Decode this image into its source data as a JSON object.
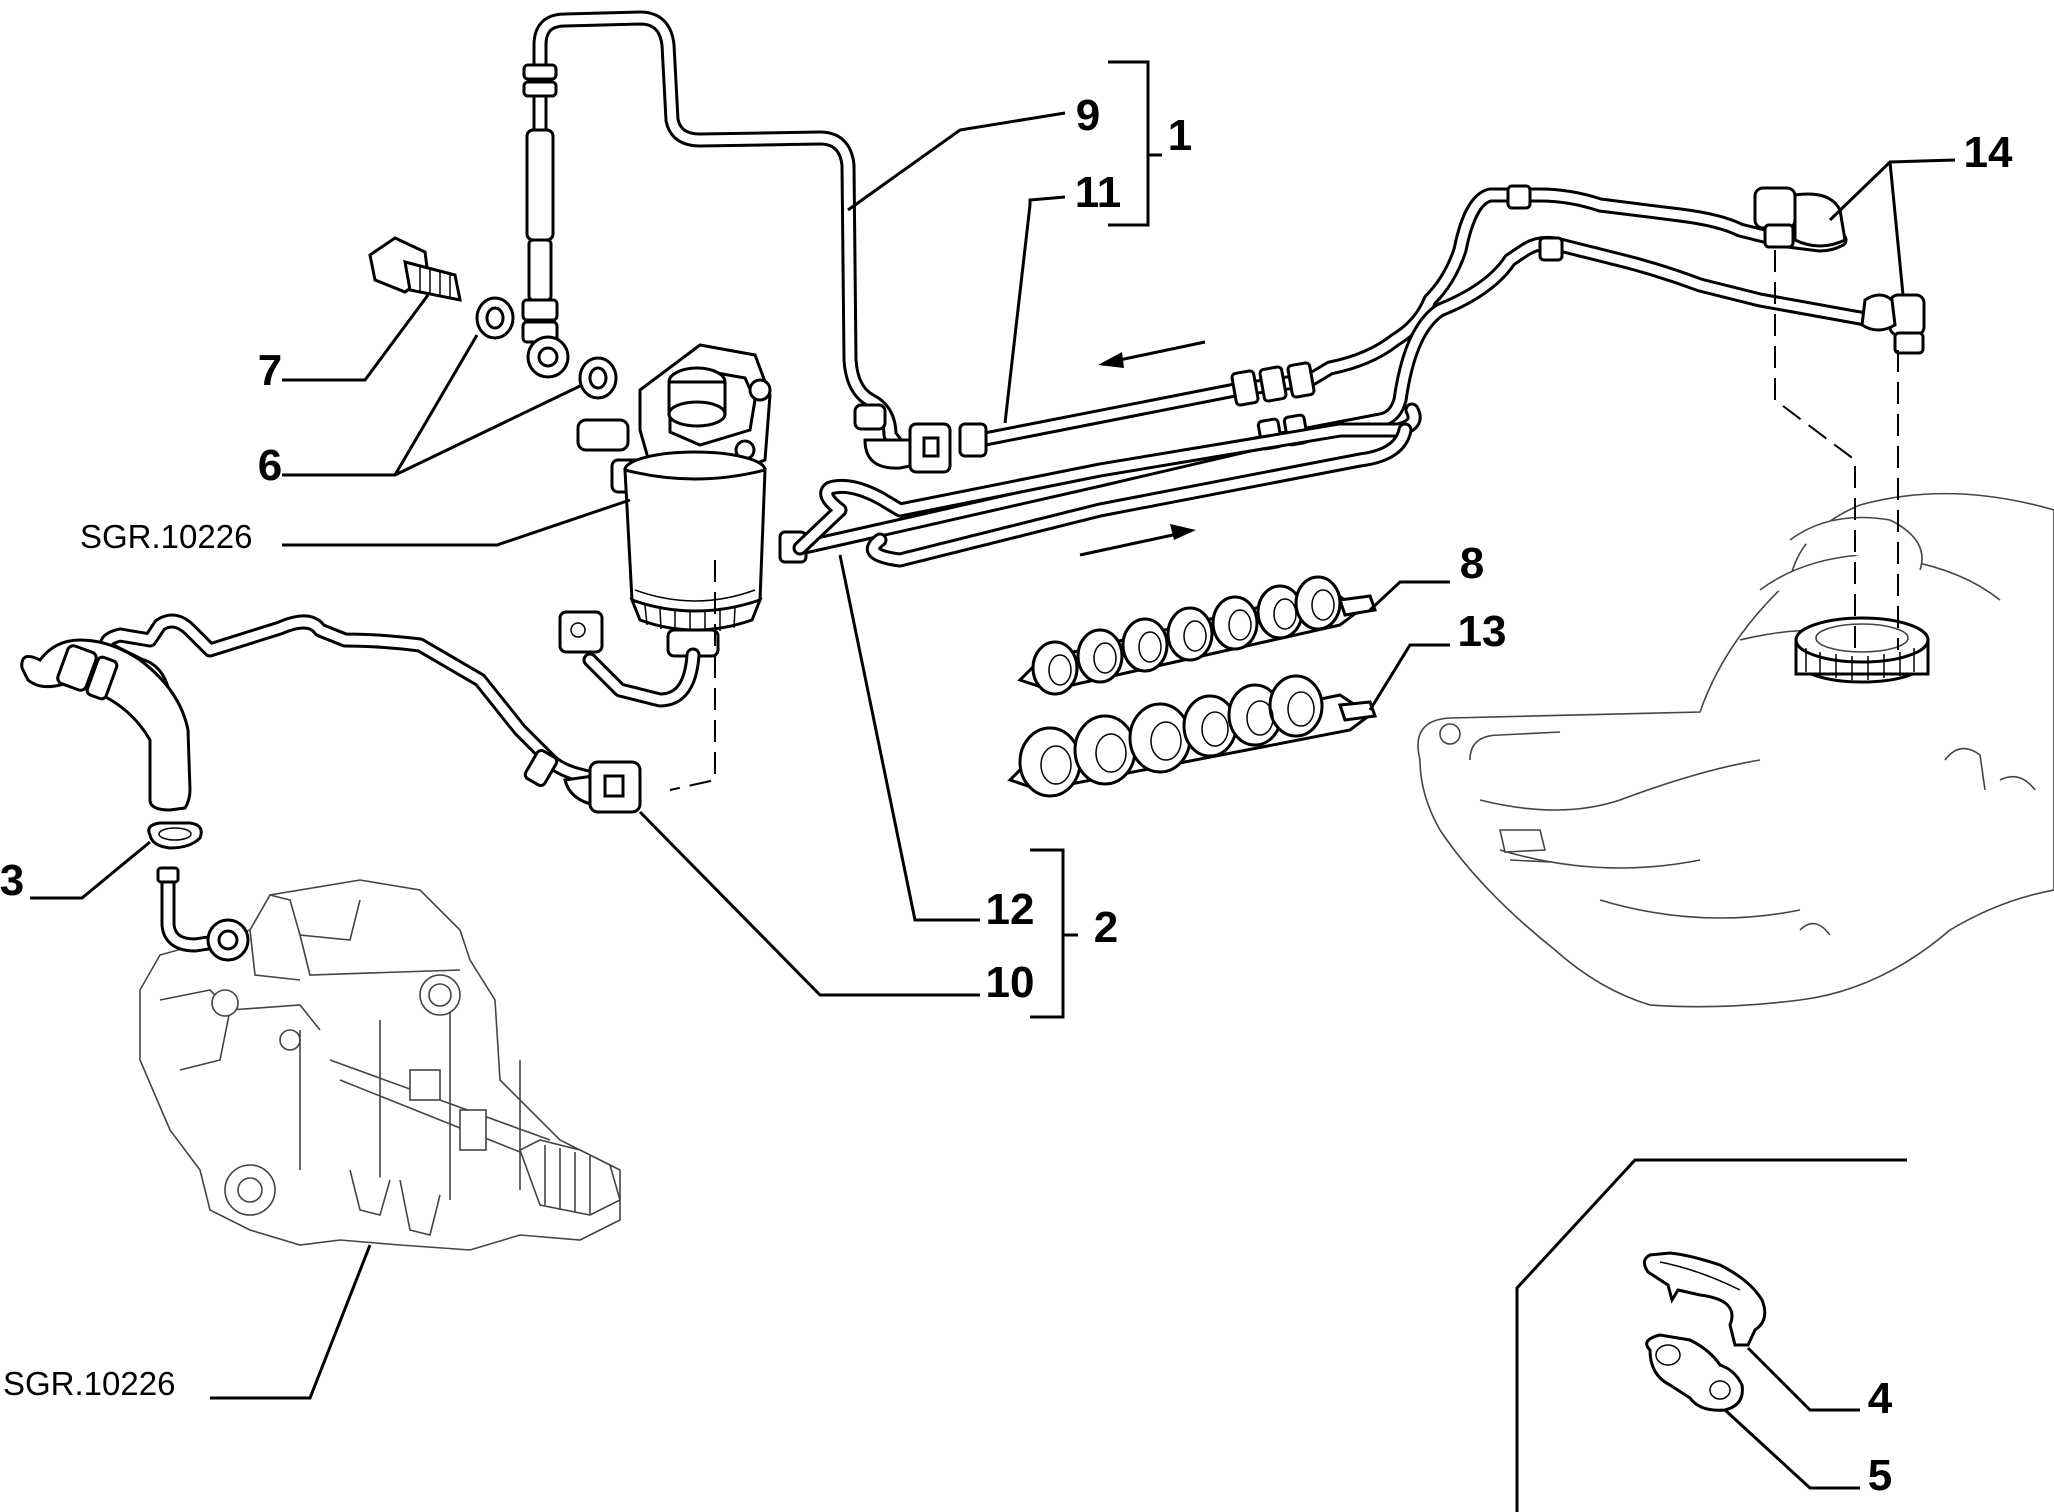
{
  "callouts": [
    {
      "id": "c1",
      "text": "1"
    },
    {
      "id": "c2",
      "text": "2"
    },
    {
      "id": "c3",
      "text": "3"
    },
    {
      "id": "c4",
      "text": "4"
    },
    {
      "id": "c5",
      "text": "5"
    },
    {
      "id": "c6",
      "text": "6"
    },
    {
      "id": "c7",
      "text": "7"
    },
    {
      "id": "c8",
      "text": "8"
    },
    {
      "id": "c9",
      "text": "9"
    },
    {
      "id": "c10",
      "text": "10"
    },
    {
      "id": "c11",
      "text": "11"
    },
    {
      "id": "c12",
      "text": "12"
    },
    {
      "id": "c13",
      "text": "13"
    },
    {
      "id": "c14",
      "text": "14"
    }
  ],
  "references": {
    "filter": "SGR.10226",
    "pump": "SGR.10226"
  }
}
